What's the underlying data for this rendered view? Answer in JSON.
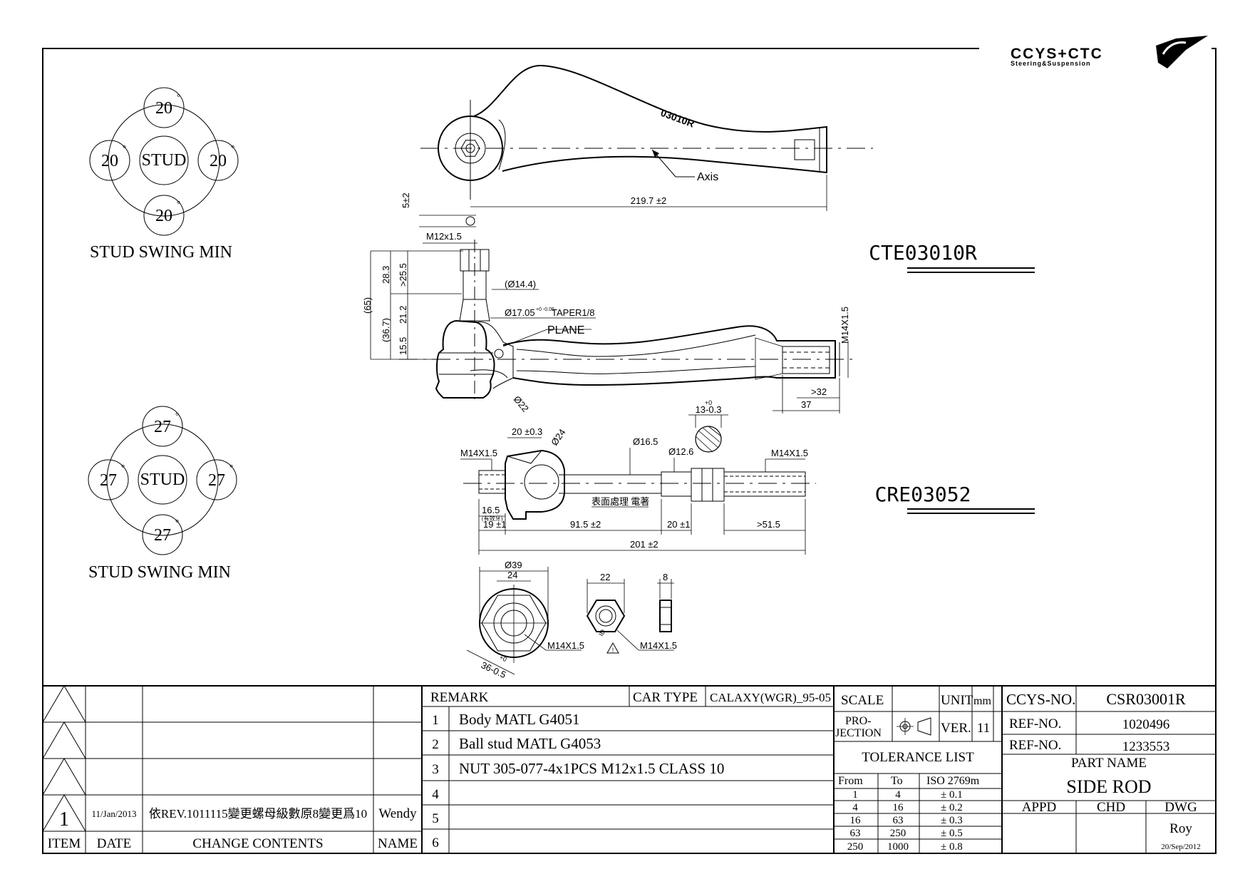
{
  "brand": {
    "logo_text": "CCYS+CTC",
    "logo_sub": "Steering&Suspension"
  },
  "swing_top": {
    "top": "20",
    "left": "20",
    "center": "STUD",
    "right": "20",
    "bottom": "20",
    "deg": "°",
    "caption": "STUD SWING MIN"
  },
  "swing_bottom": {
    "top": "27",
    "left": "27",
    "center": "STUD",
    "right": "27",
    "bottom": "27",
    "deg": "°",
    "caption": "STUD SWING MIN"
  },
  "tie_rod_end": {
    "part_mark": "03010R",
    "axis_label": "Axis",
    "overall_length": "219.7 ±2",
    "offset": "5±2",
    "thread_stud": "M12x1.5",
    "dia_144": "(Ø14.4)",
    "taper": "Ø17.05",
    "taper_tol": "+0 -0.05",
    "taper_note": "TAPER1/8",
    "plane": "PLANE",
    "dim_65": "(65)",
    "dim_283": "28.3",
    "dim_255": ">25.5",
    "dim_367": "(36.7)",
    "dim_212": "21.2",
    "dim_155": "15.5",
    "dia_22": "Ø22",
    "thread_end": "M14X1.5",
    "dim_32": ">32",
    "dim_37": "37",
    "part_number": "CTE03010R"
  },
  "inner_rod": {
    "thread_left": "M14X1.5",
    "dim_20": "20 ±0.3",
    "dia_24": "Ø24",
    "dia_165": "Ø16.5",
    "dia_126": "Ø12.6",
    "hex_dim": "13-0.3",
    "hex_tol": "+0",
    "thread_right": "M14X1.5",
    "surface_note": "表面處理  電著",
    "dim_165": "16.5",
    "dim_165_note": "(有效牙)",
    "dim_19": "19 ±1",
    "dim_915": "91.5 ±2",
    "dim_20b": "20 ±1",
    "dim_515": ">51.5",
    "dim_201": "201 ±2",
    "part_number": "CRE03052"
  },
  "nuts": {
    "dia_39": "Ø39",
    "dim_24": "24",
    "thread_a": "M14X1.5",
    "dim_36": "36-0.5",
    "dim_36_tol": "+0",
    "dim_22": "22",
    "dim_8": "8",
    "thread_b": "M14X1.5",
    "hex_mark": "ID"
  },
  "revision": {
    "rows": [
      {
        "item": "",
        "date": "",
        "change": "",
        "name": ""
      },
      {
        "item": "",
        "date": "",
        "change": "",
        "name": ""
      },
      {
        "item": "",
        "date": "",
        "change": "",
        "name": ""
      },
      {
        "item": "1",
        "date": "11/Jan/2013",
        "change": "依REV.1011115變更螺母級數原8變更爲10",
        "name": "Wendy"
      }
    ],
    "headers": {
      "item": "ITEM",
      "date": "DATE",
      "change": "CHANGE CONTENTS",
      "name": "NAME"
    }
  },
  "remark": {
    "title": "REMARK",
    "car_type_label": "CAR TYPE",
    "car_type": "CALAXY(WGR)_95-05",
    "items": [
      {
        "no": "1",
        "text": "Body MATL G4051"
      },
      {
        "no": "2",
        "text": "Ball stud MATL G4053"
      },
      {
        "no": "3",
        "text": "NUT 305-077-4x1PCS M12x1.5 CLASS 10"
      },
      {
        "no": "4",
        "text": ""
      },
      {
        "no": "5",
        "text": ""
      },
      {
        "no": "6",
        "text": ""
      }
    ]
  },
  "spec": {
    "scale_label": "SCALE",
    "scale": "",
    "unit_label": "UNIT",
    "unit": "mm",
    "projection_label": "PRO-\nJECTION",
    "projection_a": "PRO-",
    "projection_b": "JECTION",
    "ver_label": "VER.",
    "ver": "11",
    "tolerance_title": "TOLERANCE LIST",
    "tol_headers": {
      "from": "From",
      "to": "To",
      "std": "ISO 2769m"
    },
    "tolerances": [
      {
        "from": "1",
        "to": "4",
        "tol": "± 0.1"
      },
      {
        "from": "4",
        "to": "16",
        "tol": "± 0.2"
      },
      {
        "from": "16",
        "to": "63",
        "tol": "± 0.3"
      },
      {
        "from": "63",
        "to": "250",
        "tol": "± 0.5"
      },
      {
        "from": "250",
        "to": "1000",
        "tol": "± 0.8"
      }
    ]
  },
  "title_block": {
    "ccys_label": "CCYS-NO.",
    "ccys_no": "CSR03001R",
    "ref1_label": "REF-NO.",
    "ref1": "1020496",
    "ref2_label": "REF-NO.",
    "ref2": "1233553",
    "part_name_label": "PART NAME",
    "part_name": "SIDE ROD",
    "appd": "APPD",
    "chd": "CHD",
    "dwg": "DWG",
    "drawer": "Roy",
    "date": "20/Sep/2012"
  }
}
